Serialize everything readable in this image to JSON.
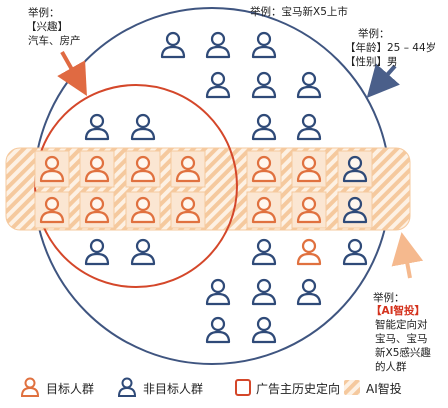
{
  "example_left": {
    "label": "举例：",
    "interest": "【兴趣】",
    "interest_value": "汽车、房产"
  },
  "example_top": {
    "text": "举例：宝马新X5上市"
  },
  "example_right": {
    "label": "举例：",
    "age": "【年龄】25 – 44岁",
    "gender": "【性别】男"
  },
  "example_ai": {
    "label": "举例：",
    "title": "【AI智投】",
    "desc_line1": "智能定向对",
    "desc_line2": "宝马、宝马",
    "desc_line3": "新X5感兴趣",
    "desc_line4": "的人群"
  },
  "legend": {
    "target": "目标人群",
    "non_target": "非目标人群",
    "history": "广告主历史定向",
    "ai": "AI智投"
  },
  "colors": {
    "target": "#e0713f",
    "non_target": "#2f4a78",
    "history_border": "#d4472a",
    "hatch": "#f5c99e",
    "big_circle": "#3f5580",
    "red_text": "#d4321d",
    "arrow_red": "#e06a42",
    "arrow_peach": "#f5b98e",
    "arrow_blue": "#4a5f8a"
  }
}
